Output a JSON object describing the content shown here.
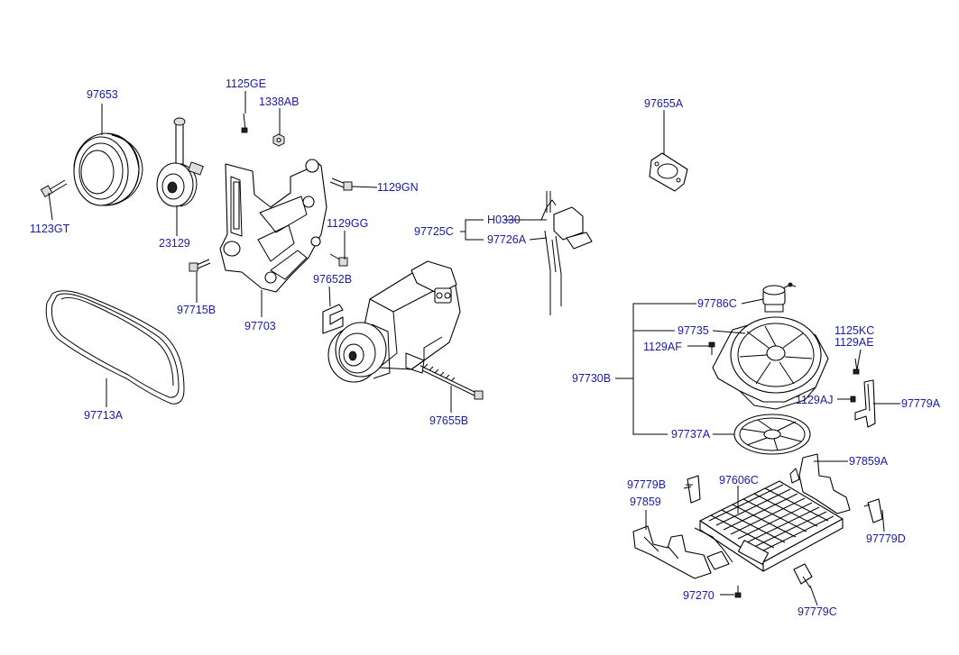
{
  "labels": {
    "p97653": "97653",
    "p1123GT": "1123GT",
    "p23129": "23129",
    "p1125GE": "1125GE",
    "p1338AB": "1338AB",
    "p1129GN": "1129GN",
    "p1129GG": "1129GG",
    "p97652B": "97652B",
    "p97715B": "97715B",
    "p97703": "97703",
    "p97713A": "97713A",
    "p97655B": "97655B",
    "p97655A": "97655A",
    "p97725C": "97725C",
    "pH0330": "H0330",
    "p97726A": "97726A",
    "p97786C": "97786C",
    "p97735": "97735",
    "p1125KC": "1125KC",
    "p1129AE": "1129AE",
    "p1129AF": "1129AF",
    "p97730B": "97730B",
    "p1129AJ": "1129AJ",
    "p97779A": "97779A",
    "p97737A": "97737A",
    "p97859A": "97859A",
    "p97779B": "97779B",
    "p97606C": "97606C",
    "p97859": "97859",
    "p97779D": "97779D",
    "p97270": "97270",
    "p97779C": "97779C"
  }
}
